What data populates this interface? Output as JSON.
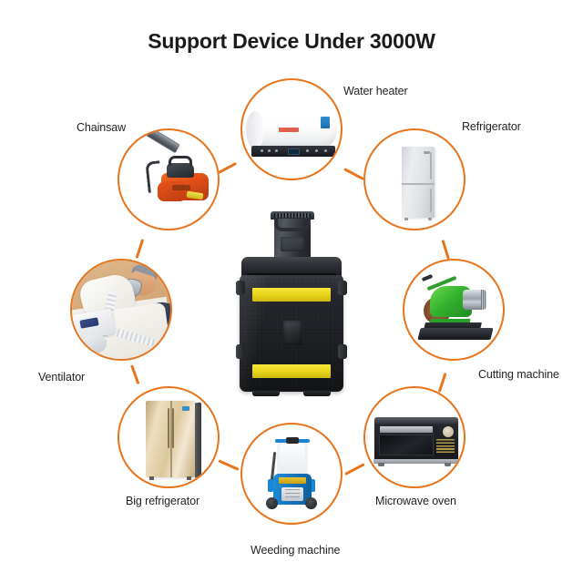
{
  "header": {
    "title": "Support Device Under 3000W"
  },
  "colors": {
    "ring": "#E8741C",
    "title_text": "#1b1b1b",
    "label_text": "#232323",
    "background": "#ffffff",
    "case_body": "#1a1c20",
    "case_stripe": "#e8d318"
  },
  "center_device": {
    "name": "portable-power-station",
    "description": "Black rugged rolling case power station with telescoping handle and two yellow reflective stripes"
  },
  "devices": [
    {
      "id": "water-heater",
      "label": "Water heater",
      "art": "water-heater-art",
      "label_pos": "top-right"
    },
    {
      "id": "refrigerator",
      "label": "Refrigerator",
      "art": "refrigerator-art",
      "label_pos": "top-right"
    },
    {
      "id": "cutting-machine",
      "label": "Cutting machine",
      "art": "cutting-machine-art",
      "label_pos": "bottom-right"
    },
    {
      "id": "microwave-oven",
      "label": "Microwave oven",
      "art": "microwave-oven-art",
      "label_pos": "bottom"
    },
    {
      "id": "weeding-machine",
      "label": "Weeding machine",
      "art": "weeding-machine-art",
      "label_pos": "bottom"
    },
    {
      "id": "big-refrigerator",
      "label": "Big refrigerator",
      "art": "big-refrigerator-art",
      "label_pos": "bottom-left"
    },
    {
      "id": "ventilator",
      "label": "Ventilator",
      "art": "ventilator-photo-art",
      "label_pos": "bottom-left"
    },
    {
      "id": "chainsaw",
      "label": "Chainsaw",
      "art": "chainsaw-art",
      "label_pos": "top-left"
    }
  ]
}
